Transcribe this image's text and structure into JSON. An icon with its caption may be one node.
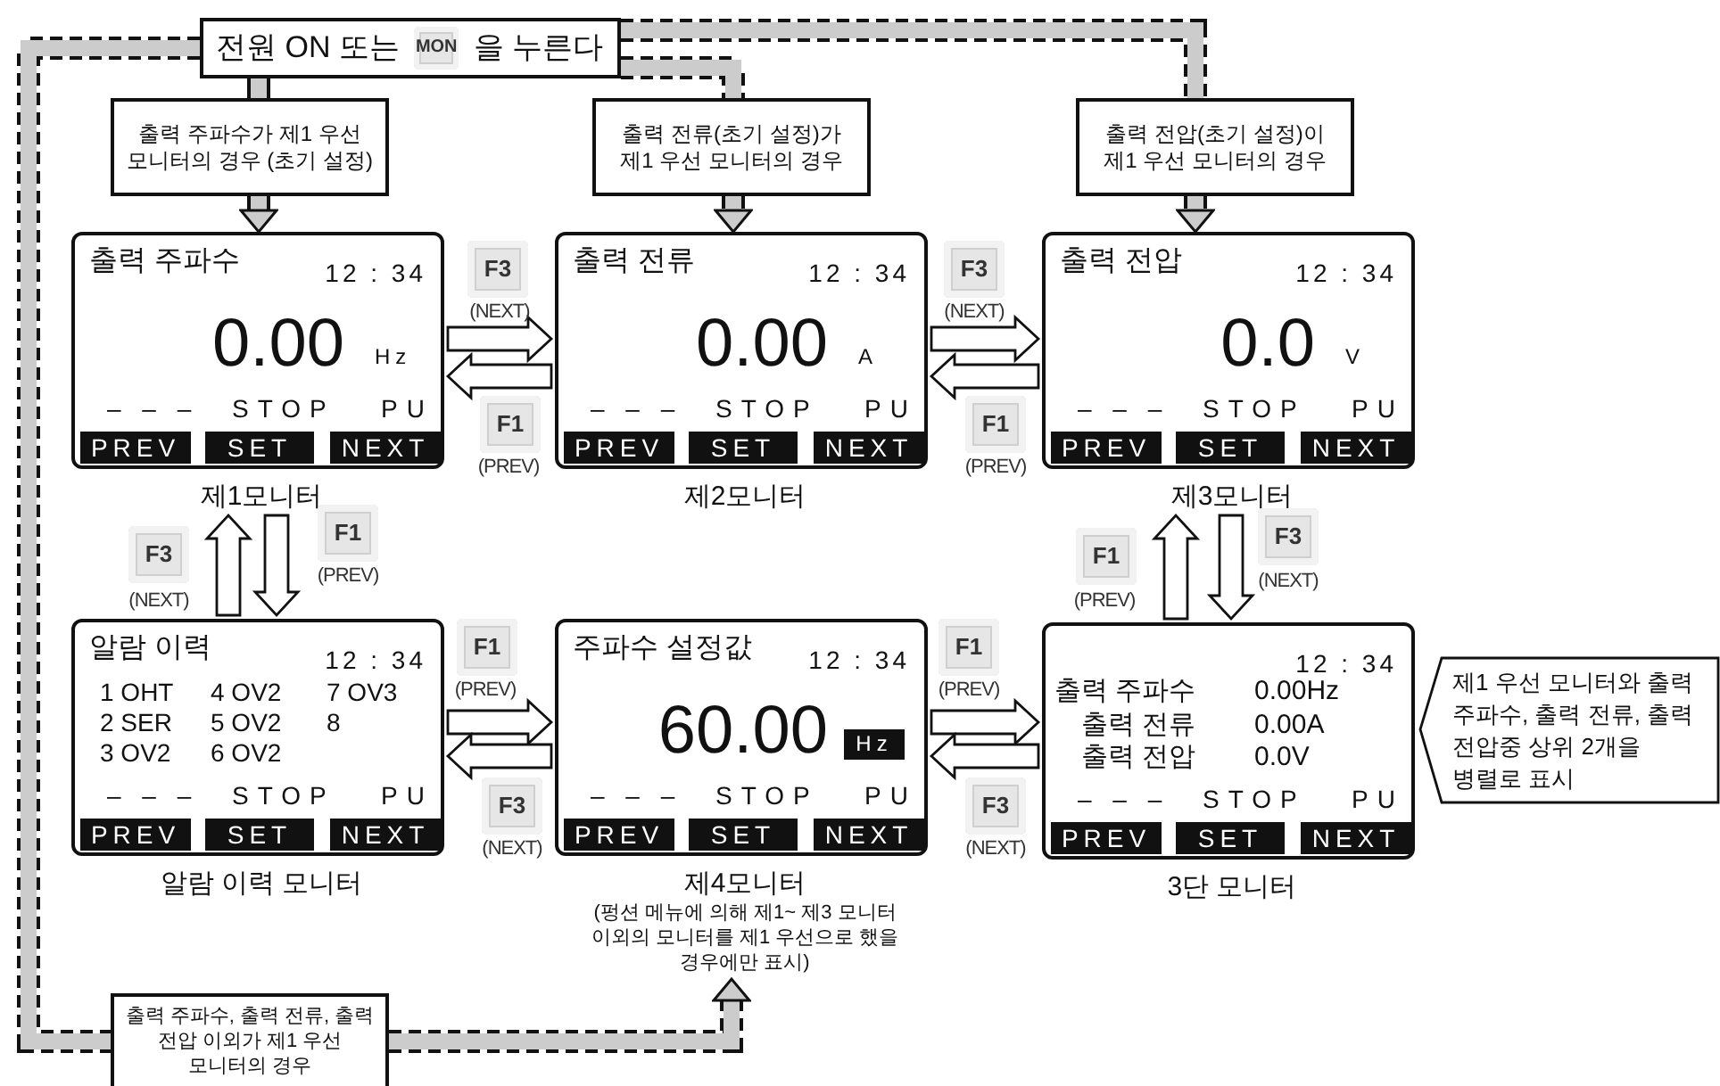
{
  "diagram": {
    "nodes": [
      {
        "text": [
          "전원 ON 또는",
          "MON",
          "을 누른다"
        ]
      },
      {
        "text": [
          "출력 주파수가 제1 우선 모니터의 경우 (초기 설정)"
        ]
      },
      {
        "text": [
          "출력 전류(초기 설정)가 제1 우선 모니터의 경우"
        ]
      },
      {
        "text": [
          "출력 전압(초기 설정)이 제1 우선 모니터의 경우"
        ]
      },
      {
        "text": [
          "출력 주파수",
          "12 : 34",
          "0.00",
          "Hz",
          "– – –",
          "STOP",
          "PU",
          "PREV",
          "SET",
          "NEXT"
        ],
        "beside": [
          "제1모니터"
        ]
      },
      {
        "text": [
          "출력 전류",
          "12 : 34",
          "0.00",
          "A",
          "– – –",
          "STOP",
          "PU",
          "PREV",
          "SET",
          "NEXT"
        ],
        "beside": [
          "제2모니터"
        ]
      },
      {
        "text": [
          "출력 전압",
          "12 : 34",
          "0.0",
          "V",
          "– – –",
          "STOP",
          "PU",
          "PREV",
          "SET",
          "NEXT"
        ],
        "beside": [
          "제3모니터"
        ]
      },
      {
        "text": [
          "알람 이력",
          "12 : 34",
          "1 OHT",
          "4 OV2",
          "7 OV3",
          "2 SER",
          "5 OV2",
          "8",
          "3 OV2",
          "6 OV2",
          "– – –",
          "STOP",
          "PU",
          "PREV",
          "SET",
          "NEXT"
        ],
        "beside": [
          "알람 이력 모니터"
        ]
      },
      {
        "text": [
          "주파수 설정값",
          "12 : 34",
          "60.00",
          "Hz",
          "– – –",
          "STOP",
          "PU",
          "PREV",
          "SET",
          "NEXT"
        ],
        "beside": [
          "제4모니터",
          "(펑션 메뉴에 의해 제1~ 제3 모니터 이외의 모니터를 제1 우선으로 했을 경우에만 표시)"
        ]
      },
      {
        "text": [
          "12 : 34",
          "출력 주파수",
          "0.00Hz",
          "출력 전류",
          "0.00A",
          "출력 전압",
          "0.0V",
          "– – –",
          "STOP",
          "PU",
          "PREV",
          "SET",
          "NEXT"
        ],
        "beside": [
          "3단 모니터"
        ]
      },
      {
        "text": [
          "제1 우선 모니터와 출력 주파수, 출력 전류, 출력 전압중 상위 2개을 병렬로 표시"
        ]
      },
      {
        "text": [
          "출력 주파수, 출력 전류, 출력 전압 이외가 제1 우선 모니터의 경우"
        ]
      }
    ],
    "edges": [
      {
        "from": 0,
        "to": 1,
        "arrow": "none"
      },
      {
        "from": 0,
        "to": 2,
        "arrow": "none",
        "style": "dashed"
      },
      {
        "from": 0,
        "to": 3,
        "arrow": "none",
        "style": "dashed"
      },
      {
        "from": 0,
        "to": 11,
        "arrow": "none",
        "style": "dashed"
      },
      {
        "from": 1,
        "to": 4,
        "arrow": "to",
        "color": "#cccccc"
      },
      {
        "from": 2,
        "to": 5,
        "arrow": "to",
        "style": "dashed",
        "color": "#cccccc"
      },
      {
        "from": 3,
        "to": 6,
        "arrow": "to",
        "style": "dashed",
        "color": "#cccccc"
      },
      {
        "from": 11,
        "to": 8,
        "arrow": "to",
        "style": "dashed",
        "color": "#cccccc"
      },
      {
        "from": 4,
        "to": 5,
        "arrow": "to"
      },
      {
        "from": 5,
        "to": 4,
        "arrow": "to"
      },
      {
        "from": 5,
        "to": 6,
        "arrow": "to"
      },
      {
        "from": 6,
        "to": 5,
        "arrow": "to"
      },
      {
        "from": 4,
        "to": 7,
        "arrow": "to"
      },
      {
        "from": 7,
        "to": 4,
        "arrow": "to"
      },
      {
        "from": 7,
        "to": 8,
        "arrow": "to"
      },
      {
        "from": 8,
        "to": 7,
        "arrow": "to"
      },
      {
        "from": 8,
        "to": 9,
        "arrow": "to"
      },
      {
        "from": 9,
        "to": 8,
        "arrow": "to"
      },
      {
        "from": 6,
        "to": 9,
        "arrow": "to"
      },
      {
        "from": 9,
        "to": 6,
        "arrow": "to"
      }
    ],
    "labels": [
      "F3",
      "(NEXT)",
      "F1",
      "(PREV)",
      "F3",
      "(NEXT)",
      "F1",
      "(PREV)",
      "F3",
      "(NEXT)",
      "F1",
      "(PREV)",
      "F1",
      "(PREV)",
      "F3",
      "(NEXT)",
      "F1",
      "(PREV)",
      "F3",
      "(NEXT)",
      "F1",
      "(PREV)",
      "F3",
      "(NEXT)"
    ]
  }
}
